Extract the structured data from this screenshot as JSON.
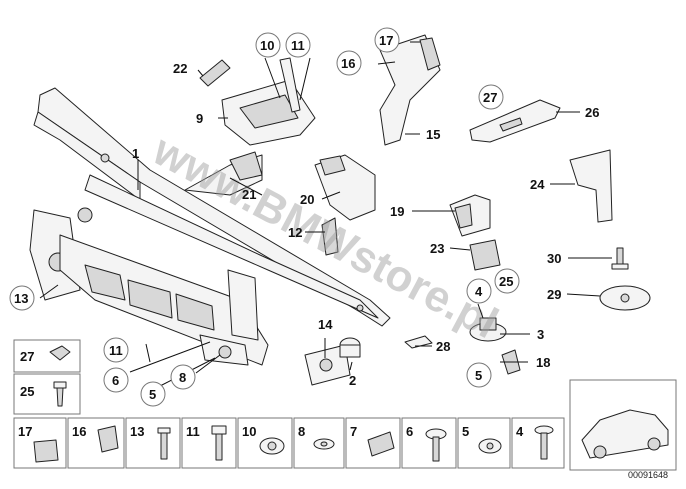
{
  "diagram": {
    "watermark": "www.BMWstore.pl",
    "image_number": "00091648",
    "callouts": {
      "c1": "1",
      "c2": "2",
      "c3": "3",
      "c4": "4",
      "c5": "5",
      "c5b": "5",
      "c6": "6",
      "c8": "8",
      "c9": "9",
      "c10": "10",
      "c11": "11",
      "c11b": "11",
      "c12": "12",
      "c13": "13",
      "c14": "14",
      "c15": "15",
      "c16": "16",
      "c17": "17",
      "c18": "18",
      "c19": "19",
      "c20": "20",
      "c21": "21",
      "c22": "22",
      "c23": "23",
      "c24": "24",
      "c25": "25",
      "c26": "26",
      "c27": "27",
      "c28": "28",
      "c29": "29",
      "c30": "30"
    },
    "legend": {
      "side": [
        "27",
        "25"
      ],
      "bottom": [
        "17",
        "16",
        "13",
        "11",
        "10",
        "8",
        "7",
        "6",
        "5",
        "4"
      ]
    }
  }
}
